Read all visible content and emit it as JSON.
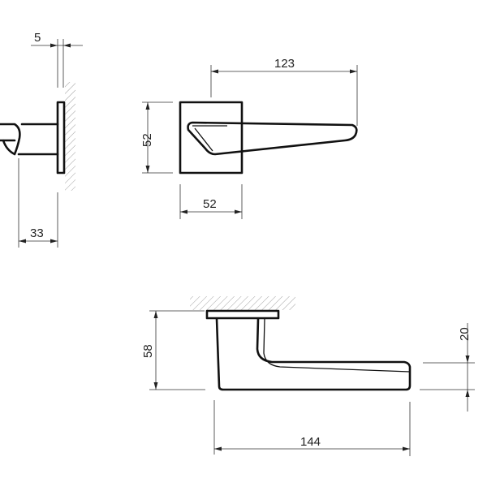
{
  "drawing": {
    "views": {
      "side": {
        "rose_thickness": "5",
        "projection": "33"
      },
      "front": {
        "rose_height": "52",
        "rose_width": "52",
        "lever_length": "123"
      },
      "top": {
        "height": "58",
        "lever_height": "20",
        "total_length": "144"
      }
    },
    "line_color": "#111111",
    "hatch_color": "#777777"
  }
}
